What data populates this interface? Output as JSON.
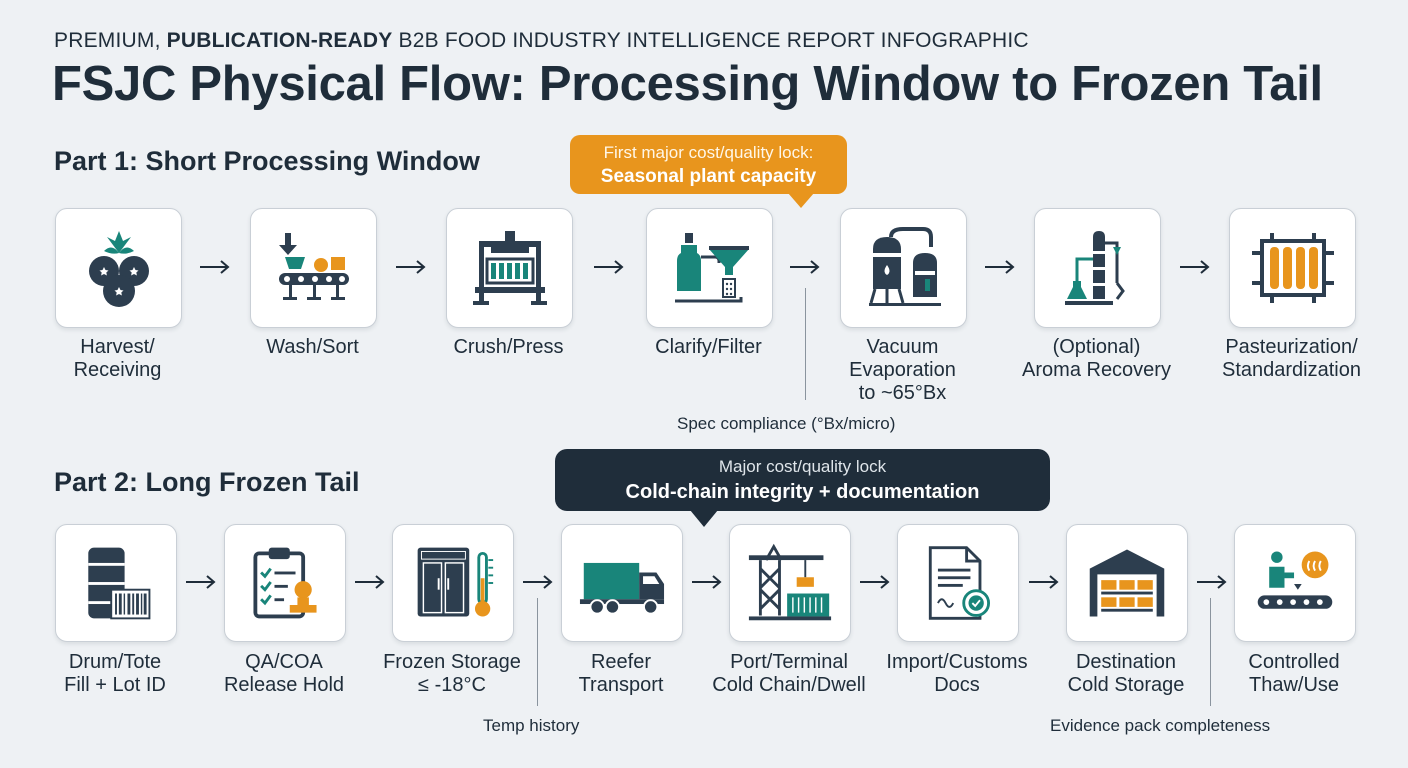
{
  "header": {
    "kicker_pre": "PREMIUM, ",
    "kicker_bold": "PUBLICATION-READY",
    "kicker_post": " B2B FOOD INDUSTRY INTELLIGENCE REPORT INFOGRAPHIC",
    "title": "FSJC Physical Flow: Processing Window to Frozen Tail"
  },
  "part1": {
    "heading": "Part 1: Short Processing Window",
    "callout": {
      "line1": "First major cost/quality lock:",
      "line2": "Seasonal plant capacity"
    },
    "annotation": "Spec compliance (°Bx/micro)",
    "steps": [
      {
        "label": "Harvest/\nReceiving",
        "icon": "berries-icon"
      },
      {
        "label": "Wash/Sort",
        "icon": "conveyor-sort-icon"
      },
      {
        "label": "Crush/Press",
        "icon": "press-icon"
      },
      {
        "label": "Clarify/Filter",
        "icon": "filter-funnel-icon"
      },
      {
        "label": "Vacuum\nEvaporation\nto ~65°Bx",
        "icon": "evaporator-icon"
      },
      {
        "label": "(Optional)\nAroma Recovery",
        "icon": "distillation-column-icon"
      },
      {
        "label": "Pasteurization/\nStandardization",
        "icon": "heat-exchanger-icon"
      }
    ]
  },
  "part2": {
    "heading": "Part 2: Long Frozen Tail",
    "callout": {
      "line1": "Major cost/quality lock",
      "line2": "Cold-chain integrity + documentation"
    },
    "annotation_left": "Temp history",
    "annotation_right": "Evidence pack completeness",
    "steps": [
      {
        "label": "Drum/Tote\nFill + Lot ID",
        "icon": "drum-barcode-icon"
      },
      {
        "label": "QA/COA\nRelease Hold",
        "icon": "clipboard-stamp-icon"
      },
      {
        "label": "Frozen Storage\n≤ -18°C",
        "icon": "freezer-thermometer-icon"
      },
      {
        "label": "Reefer\nTransport",
        "icon": "reefer-truck-icon"
      },
      {
        "label": "Port/Terminal\nCold Chain/Dwell",
        "icon": "port-crane-icon"
      },
      {
        "label": "Import/Customs\nDocs",
        "icon": "document-seal-icon"
      },
      {
        "label": "Destination\nCold Storage",
        "icon": "warehouse-icon"
      },
      {
        "label": "Controlled\nThaw/Use",
        "icon": "thaw-conveyor-icon"
      }
    ]
  },
  "colors": {
    "navy": "#1f2d3a",
    "teal": "#19857a",
    "orange": "#e8951d",
    "slate": "#2d3e4f"
  }
}
